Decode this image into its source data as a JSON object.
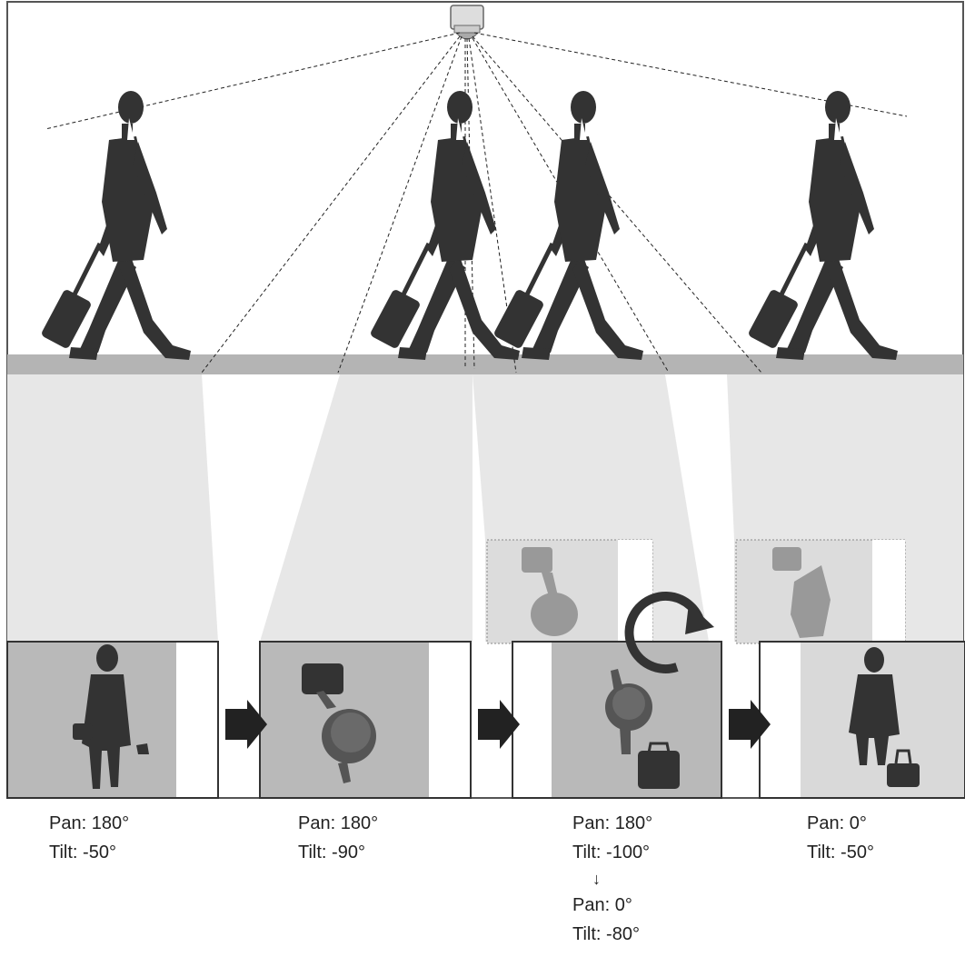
{
  "steps": [
    {
      "pan": "Pan: 180°",
      "tilt": "Tilt: -50°"
    },
    {
      "pan": "Pan: 180°",
      "tilt": "Tilt: -90°"
    },
    {
      "pan": "Pan: 180°",
      "tilt": "Tilt: -100°",
      "transition": "↓",
      "pan_after": "Pan: 0°",
      "tilt_after": "Tilt: -80°"
    },
    {
      "pan": "Pan: 0°",
      "tilt": "Tilt: -50°"
    }
  ],
  "colors": {
    "figure": "#333333",
    "floor": "#b4b4b4",
    "projection": "#e7e7e7",
    "view_bg": "#b9b9b9",
    "inset_bg": "#dcdcdc",
    "frame": "#555555"
  }
}
